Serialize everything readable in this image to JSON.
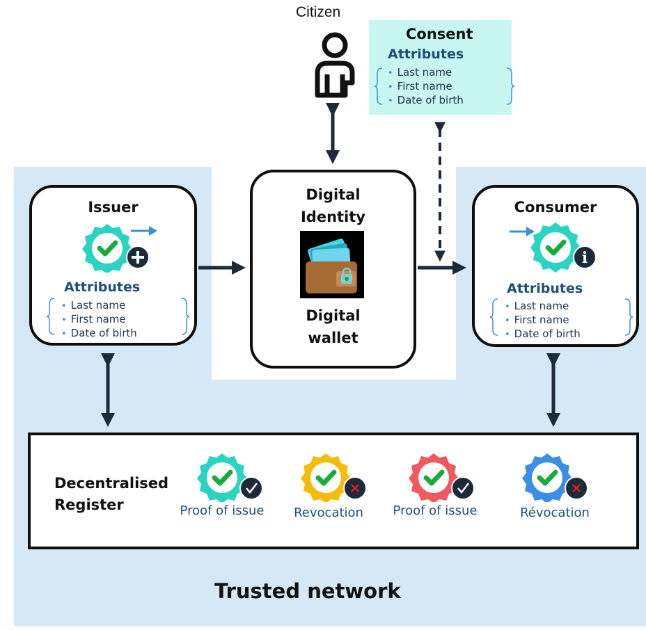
{
  "citizen": {
    "label": "Citizen"
  },
  "consent": {
    "title": "Consent",
    "attributes_title": "Attributes",
    "attributes": [
      "Last name",
      "First name",
      "Date of birth"
    ]
  },
  "issuer": {
    "title": "Issuer",
    "attributes_title": "Attributes",
    "attributes": [
      "Last name",
      "First name",
      "Date of birth"
    ]
  },
  "wallet": {
    "title_line1": "Digital",
    "title_line2": "Identity",
    "subtitle_line1": "Digital",
    "subtitle_line2": "wallet"
  },
  "consumer": {
    "title": "Consumer",
    "attributes_title": "Attributes",
    "attributes": [
      "Last name",
      "First name",
      "Date of birth"
    ]
  },
  "register": {
    "title_line1": "Decentralised",
    "title_line2": "Register",
    "items": [
      {
        "label": "Proof of issue",
        "badge_color": "#2bd4c2",
        "status": "check"
      },
      {
        "label": "Revocation",
        "badge_color": "#f4bd0b",
        "status": "cross"
      },
      {
        "label": "Proof of issue",
        "badge_color": "#f0595e",
        "status": "check"
      },
      {
        "label": "Révocation",
        "badge_color": "#3b8ee6",
        "status": "cross"
      }
    ]
  },
  "network": {
    "label": "Trusted network"
  },
  "colors": {
    "background_panel": "#d6e7f6",
    "consent_panel": "#c8f6f1",
    "attribute_title": "#1f4e79",
    "arrow": "#1c2a3a",
    "badge_teal": "#2bd4c2",
    "check_green": "#1aab3c"
  }
}
